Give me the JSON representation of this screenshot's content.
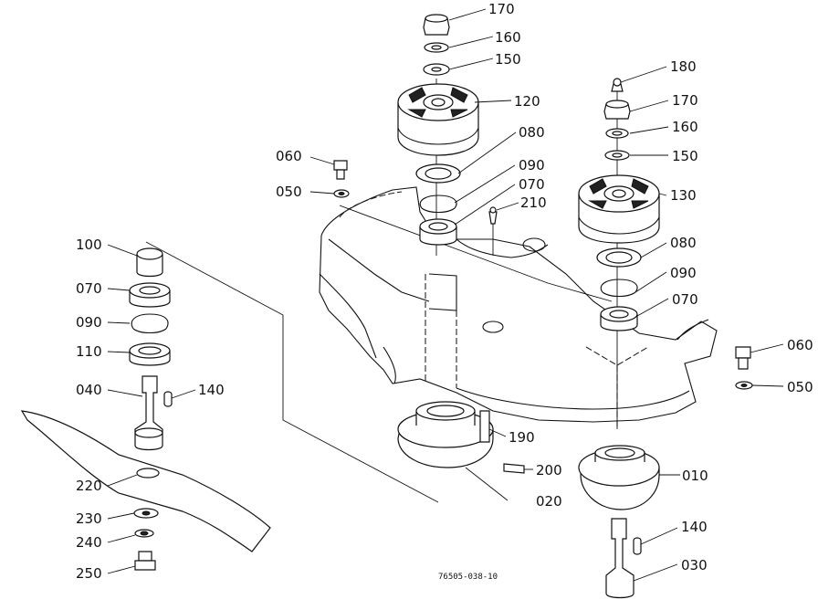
{
  "callouts": [
    {
      "num": "170",
      "id": "top-nut-170"
    },
    {
      "num": "160",
      "id": "top-washer-160"
    },
    {
      "num": "150",
      "id": "top-washer-150"
    },
    {
      "num": "120",
      "id": "pulley-120"
    },
    {
      "num": "080",
      "id": "seal-080-center"
    },
    {
      "num": "090",
      "id": "snap-ring-090-center"
    },
    {
      "num": "070",
      "id": "bearing-070-center"
    },
    {
      "num": "210",
      "id": "grease-fitting-210"
    },
    {
      "num": "060",
      "id": "bolt-060-left"
    },
    {
      "num": "050",
      "id": "washer-050-left"
    },
    {
      "num": "180",
      "id": "grease-fitting-180"
    },
    {
      "num": "170",
      "id": "nut-170-right"
    },
    {
      "num": "160",
      "id": "washer-160-right"
    },
    {
      "num": "150",
      "id": "washer-150-right"
    },
    {
      "num": "130",
      "id": "pulley-130"
    },
    {
      "num": "080",
      "id": "seal-080-right"
    },
    {
      "num": "090",
      "id": "snap-ring-090-right"
    },
    {
      "num": "070",
      "id": "bearing-070-right"
    },
    {
      "num": "060",
      "id": "bolt-060-right"
    },
    {
      "num": "050",
      "id": "washer-050-right"
    },
    {
      "num": "100",
      "id": "collar-100"
    },
    {
      "num": "070",
      "id": "bearing-070-left"
    },
    {
      "num": "090",
      "id": "snap-ring-090-left"
    },
    {
      "num": "110",
      "id": "seal-110"
    },
    {
      "num": "040",
      "id": "spindle-040"
    },
    {
      "num": "140",
      "id": "key-140-left"
    },
    {
      "num": "220",
      "id": "blade-220"
    },
    {
      "num": "230",
      "id": "washer-230"
    },
    {
      "num": "240",
      "id": "lock-washer-240"
    },
    {
      "num": "250",
      "id": "bolt-250"
    },
    {
      "num": "190",
      "id": "pin-190"
    },
    {
      "num": "200",
      "id": "grease-fitting-200"
    },
    {
      "num": "020",
      "id": "housing-020"
    },
    {
      "num": "010",
      "id": "housing-010"
    },
    {
      "num": "140",
      "id": "key-140-right"
    },
    {
      "num": "030",
      "id": "spindle-030"
    }
  ],
  "drawing_code": "76505-038-10"
}
